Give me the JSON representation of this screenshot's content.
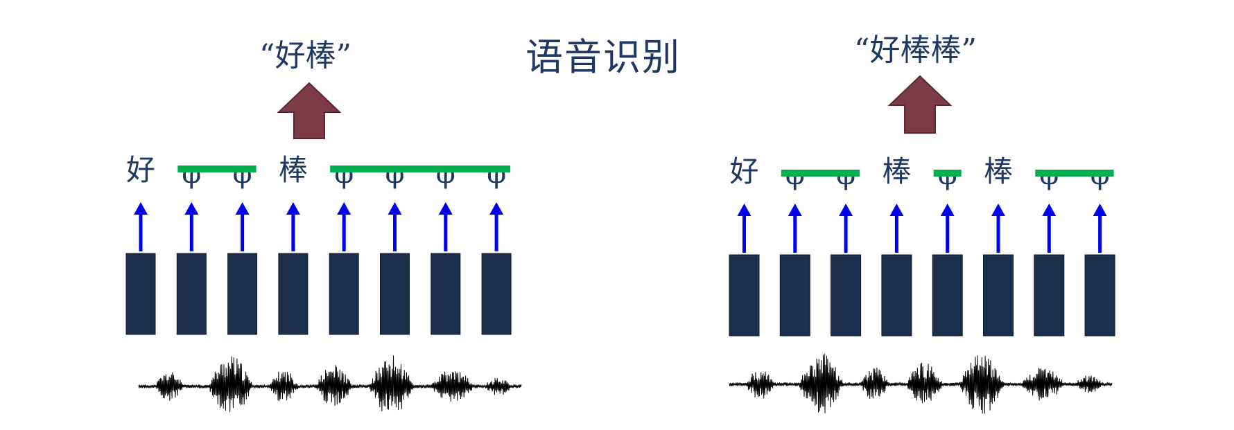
{
  "title": "语音识别",
  "panels": [
    {
      "result": "“好棒”",
      "tokens": [
        "好",
        "φ",
        "φ",
        "棒",
        "φ",
        "φ",
        "φ",
        "φ"
      ],
      "blank_runs": [
        [
          1,
          2
        ],
        [
          4,
          7
        ]
      ]
    },
    {
      "result": "“好棒棒”",
      "tokens": [
        "好",
        "φ",
        "φ",
        "棒",
        "φ",
        "棒",
        "φ",
        "φ"
      ],
      "blank_runs": [
        [
          1,
          2
        ],
        [
          4,
          4
        ],
        [
          6,
          7
        ]
      ]
    }
  ],
  "colors": {
    "frame": "#1c2f4d",
    "token": "#1f3864",
    "up_arrow": "#0000ee",
    "blank_bar": "#00b050",
    "result_arrow": "#7b3b48",
    "waveform": "#000000"
  }
}
